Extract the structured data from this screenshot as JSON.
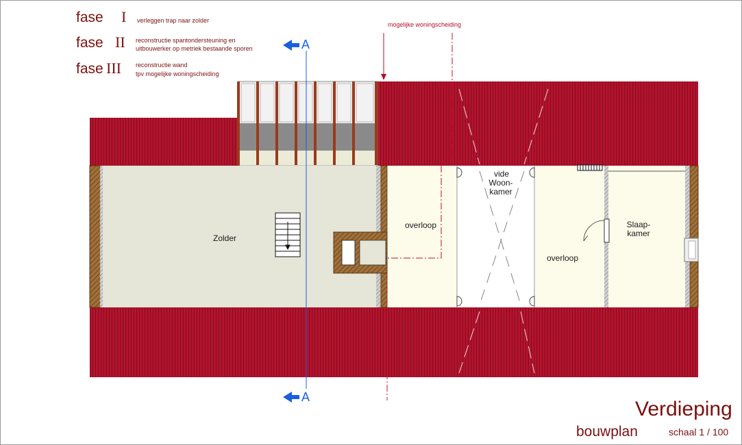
{
  "phases": [
    {
      "label": "fase",
      "numeral": "I",
      "lines": [
        "verleggen trap naar zolder"
      ]
    },
    {
      "label": "fase",
      "numeral": "II",
      "lines": [
        "reconstructie spantondersteuning en",
        "uitbouwerker op metriek bestaande sporen"
      ]
    },
    {
      "label": "fase",
      "numeral": "III",
      "lines": [
        "reconstructie wand",
        "tpv mogelijke woningscheiding"
      ]
    }
  ],
  "annotation": "mogelijke woningscheiding",
  "section": {
    "top": "A",
    "bottom": "A"
  },
  "rooms": {
    "zolder": "Zolder",
    "overloop_left": "overloop",
    "vide": "vide",
    "woonkamer_1": "Woon-",
    "woonkamer_2": "kamer",
    "overloop_right": "overloop",
    "slaapkamer_1": "Slaap-",
    "slaapkamer_2": "kamer"
  },
  "title": "Verdieping",
  "subtitle": "bouwplan",
  "scale": "schaal  1 / 100",
  "colors": {
    "roof": "#b3132d",
    "roof_line": "#7a0a1c",
    "zolder": "#e5e5d8",
    "living": "#fdfbea",
    "wall": "#8b5a2b",
    "text": "#7a1010",
    "section": "#1a5fe0"
  }
}
